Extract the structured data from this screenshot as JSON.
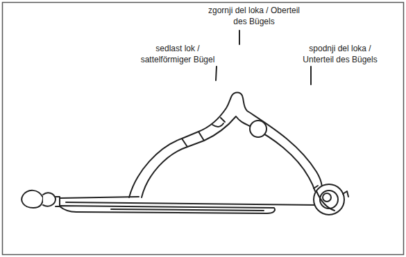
{
  "diagram": {
    "labels": [
      "zgornji del loka / Oberteil des Bügels",
      "sedlast lok / sattelförmiger Bügel",
      "spodnji del loka / Unterteil des Bügels"
    ]
  }
}
